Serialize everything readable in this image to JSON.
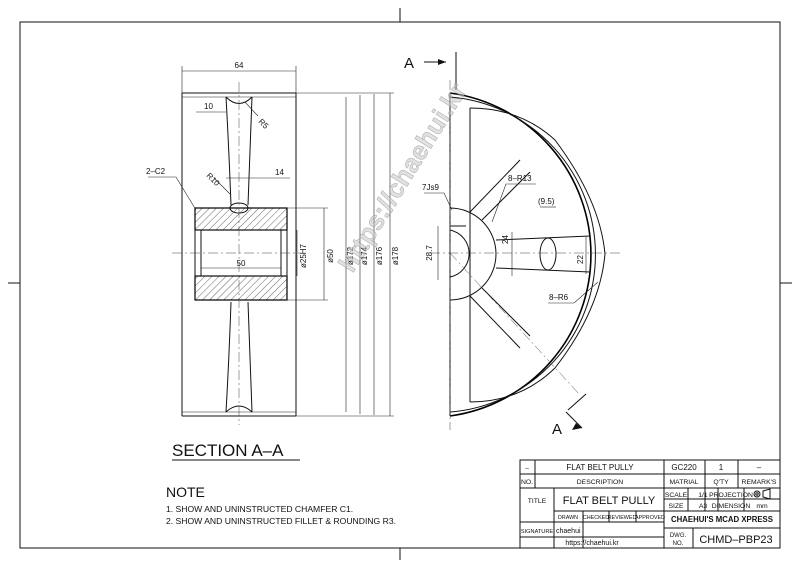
{
  "drawing": {
    "section_arrow_top": "A",
    "section_arrow_bottom": "A",
    "section_title": "SECTION A–A",
    "watermark": "https://chaehui.kr",
    "dims": {
      "overall_width": "64",
      "rim_offset": "10",
      "rim_fillet": "R5",
      "chamfer": "2–C2",
      "web_fillet": "R10",
      "web_thickness": "14",
      "bore": "ø25H7",
      "hub_dia": "ø50",
      "d172": "ø172",
      "d174": "ø174",
      "d176": "ø176",
      "d178": "ø178",
      "hub_length": "50",
      "keyway": "7Js9",
      "key_depth": "28.7",
      "spoke_fillet_outer": "8–R13",
      "spoke_fillet_inner": "8–R6",
      "spoke_width_hub": "24",
      "spoke_width_rim": "22",
      "spoke_thickness": "(9.5)"
    }
  },
  "notes": {
    "title": "NOTE",
    "items": [
      "1. SHOW AND UNINSTRUCTED CHAMFER C1.",
      "2. SHOW AND UNINSTRUCTED FILLET & ROUNDING R3."
    ]
  },
  "title_block": {
    "part_row": {
      "no": "–",
      "description": "FLAT BELT PULLY",
      "material": "GC220",
      "qty": "1",
      "remarks": "–"
    },
    "header_row": {
      "no": "NO.",
      "description": "DESCRIPTION",
      "material": "MATRIAL",
      "qty": "Q'TY",
      "remarks": "REMARK'S"
    },
    "title_label": "TITLE",
    "title_value": "FLAT BELT PULLY",
    "scale_label": "SCALE",
    "scale_value": "1/1",
    "projection_label": "PROJECTION",
    "size_label": "SIZE",
    "size_value": "A3",
    "dimension_label": "DIMENSION",
    "dimension_value": "mm",
    "drawn": "DRAWN",
    "checked": "CHECKED",
    "reviewed": "REVIEWED",
    "approved": "APPROVED",
    "signature_label": "SIGNATURE",
    "signature_value": "chaehui",
    "company": "CHAEHUI'S MCAD XPRESS",
    "dwg_label_1": "DWG.",
    "dwg_label_2": "NO.",
    "dwg_no": "CHMD–PBP23",
    "url": "https://chaehui.kr"
  }
}
